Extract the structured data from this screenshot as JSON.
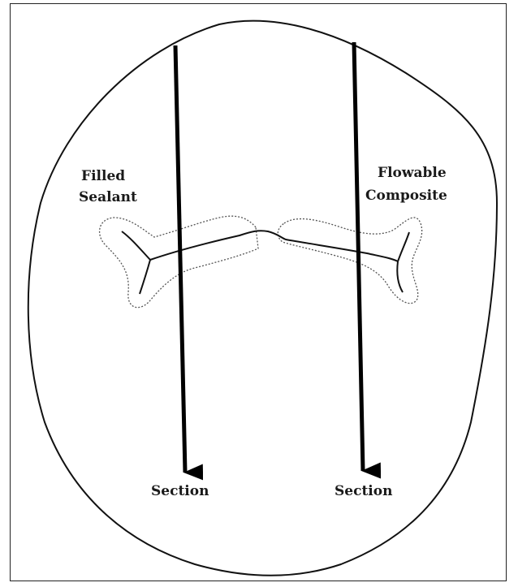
{
  "labels": {
    "left_material_line1": "Filled",
    "left_material_line2": "Sealant",
    "right_material_line1": "Flowable",
    "right_material_line2": "Composite",
    "left_section": "Section",
    "right_section": "Section"
  },
  "colors": {
    "outline": "#111111",
    "arrow": "#000000",
    "dotted": "#555555"
  }
}
